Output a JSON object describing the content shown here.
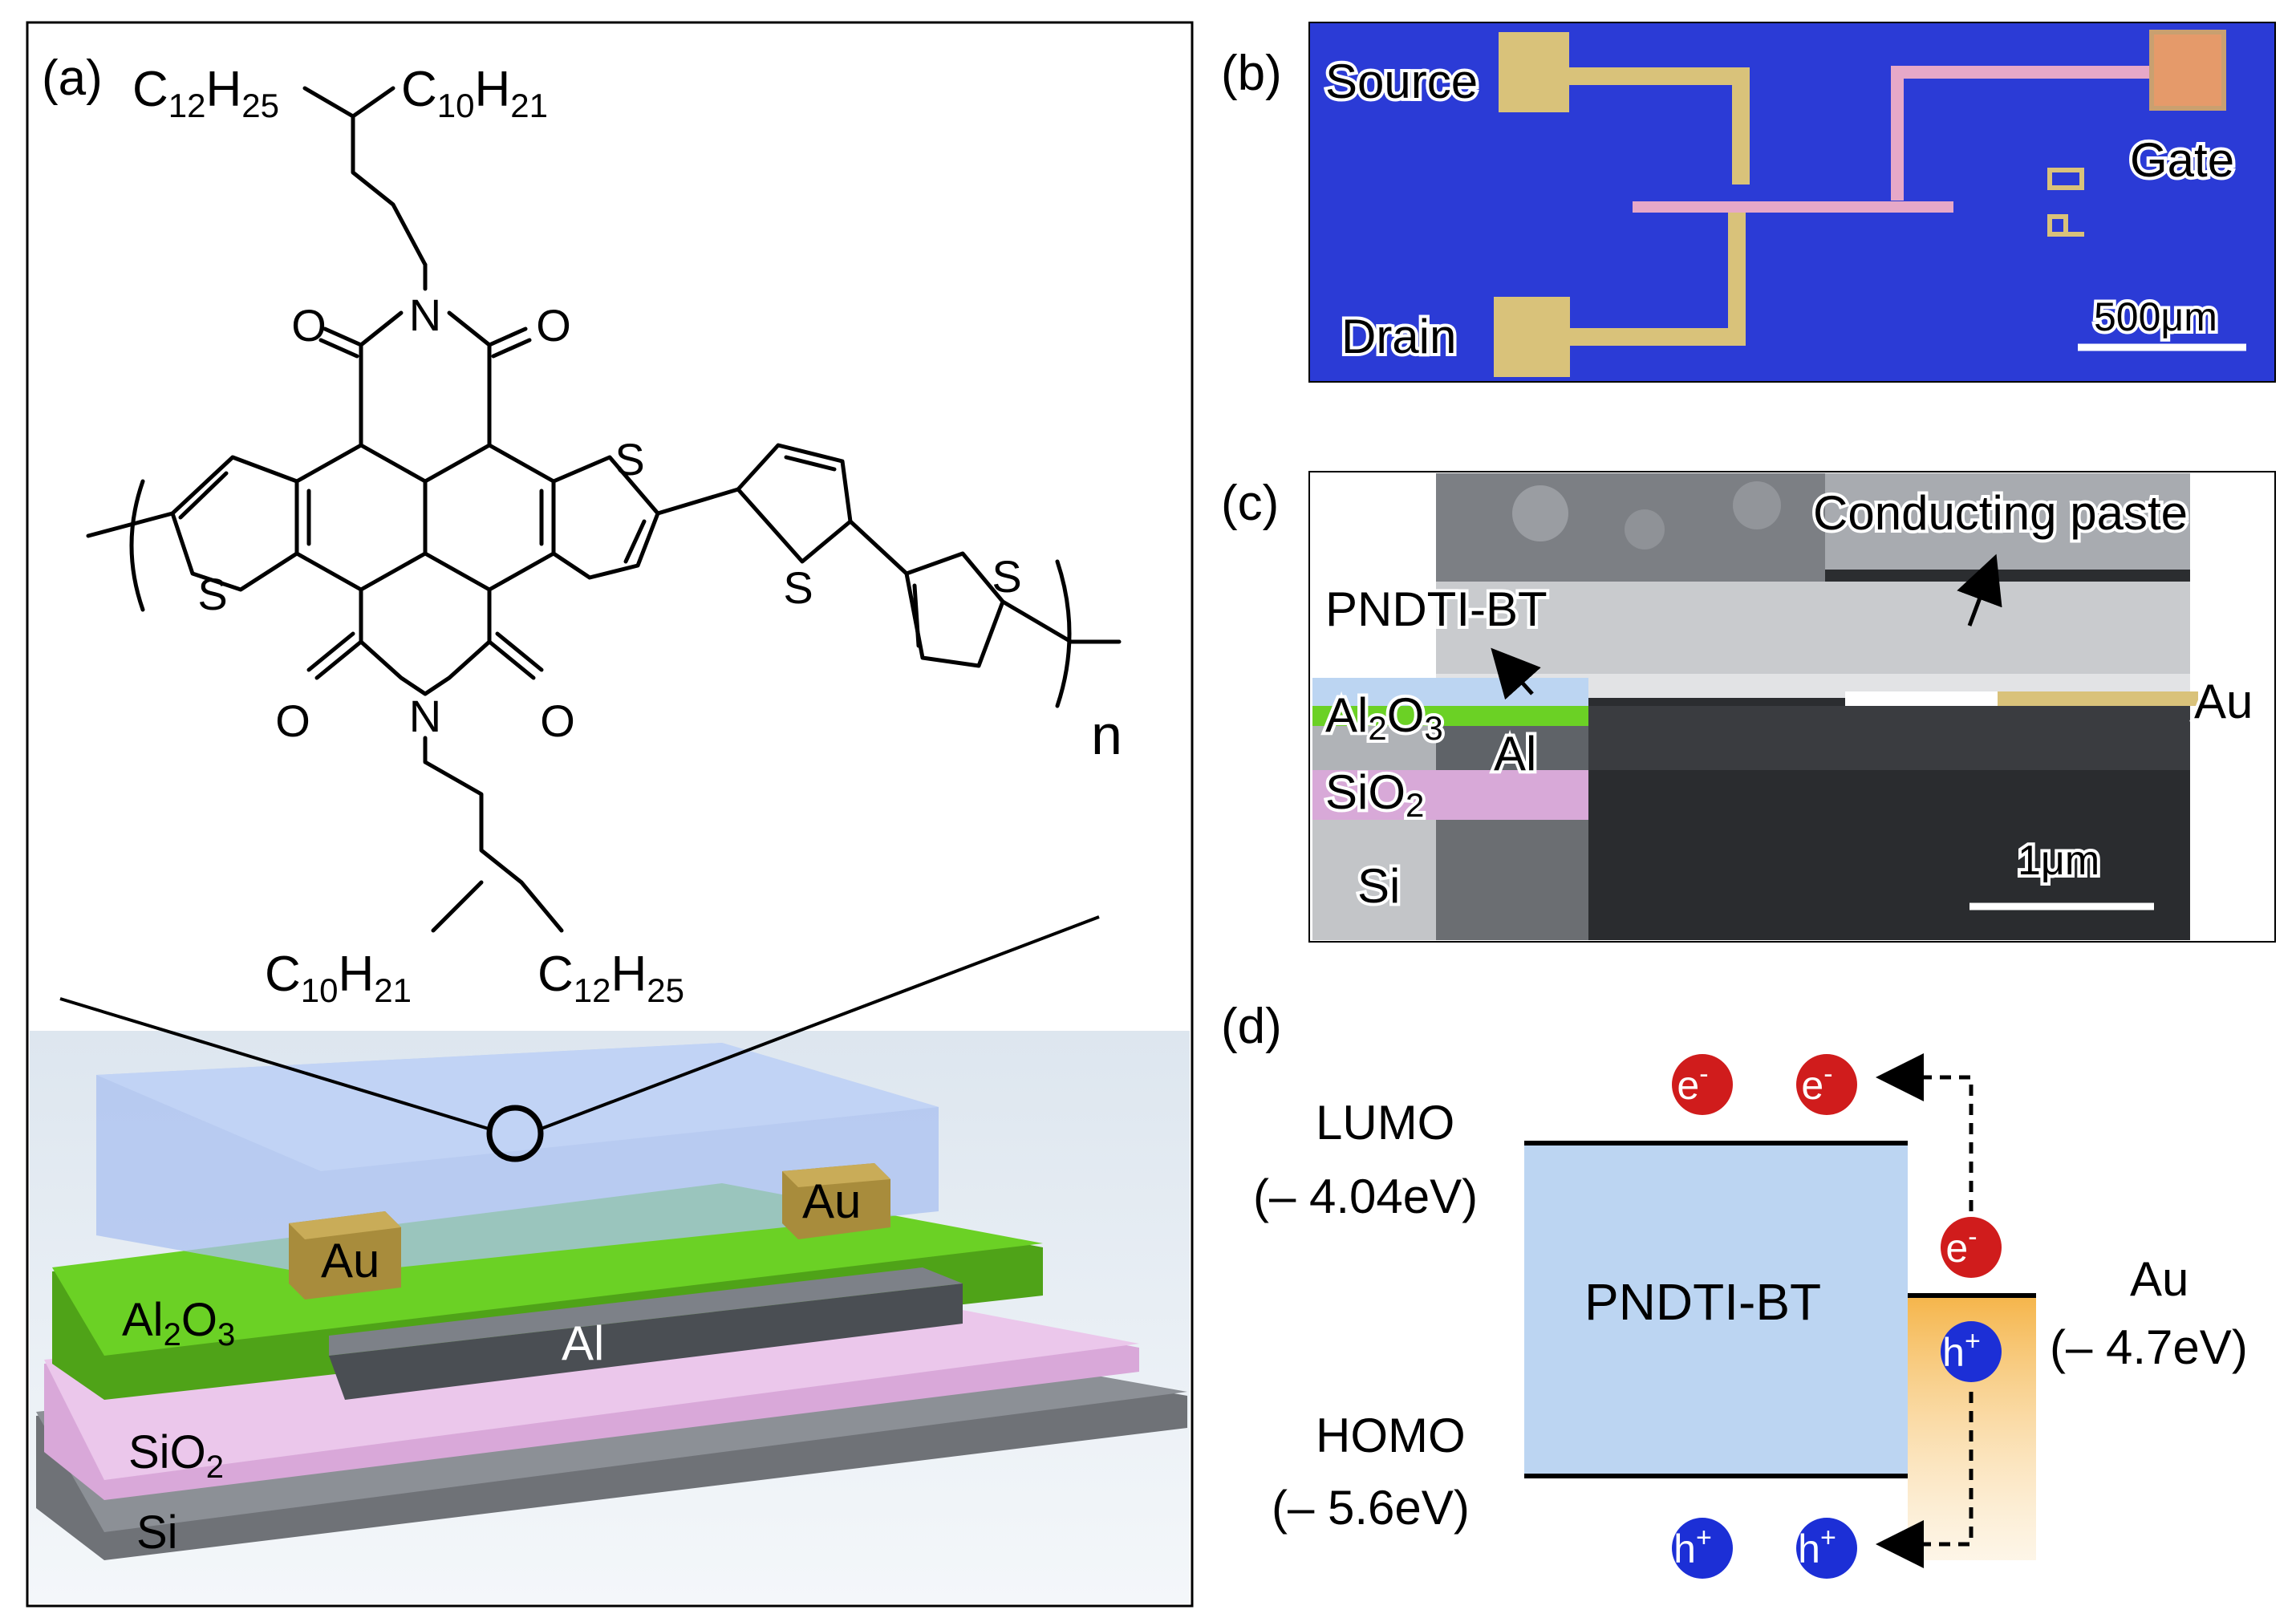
{
  "panel_a": {
    "label": "(a)",
    "chain_top": {
      "left": "C",
      "left_sub1": "12",
      "left_mid": "H",
      "left_sub2": "25",
      "right": "C",
      "right_sub1": "10",
      "right_mid": "H",
      "right_sub2": "21"
    },
    "chain_bottom": {
      "left": "C",
      "left_sub1": "10",
      "left_mid": "H",
      "left_sub2": "21",
      "right": "C",
      "right_sub1": "12",
      "right_mid": "H",
      "right_sub2": "25"
    },
    "atoms": {
      "oxygen": "O",
      "nitrogen": "N",
      "sulfur": "S"
    },
    "repeat_n": "n",
    "device": {
      "au_left": "Au",
      "au_right": "Au",
      "al2o3": "Al",
      "al2o3_sub1": "2",
      "al2o3_mid": "O",
      "al2o3_sub2": "3",
      "al": "Al",
      "sio2": "SiO",
      "sio2_sub": "2",
      "si": "Si"
    },
    "colors": {
      "semiconductor": "#a9c0f0",
      "al2o3": "#5ec21e",
      "sio2": "#e6b6e6",
      "si": "#6f7277",
      "al": "#5a5e63",
      "au": "#a88c3c"
    }
  },
  "panel_b": {
    "label": "(b)",
    "source": "Source",
    "drain": "Drain",
    "gate": "Gate",
    "scale": "500μm",
    "colors": {
      "substrate": "#2b3bd6",
      "electrode": "#d9c27a",
      "gate_line": "#e6a8c8"
    }
  },
  "panel_c": {
    "label": "(c)",
    "conducting_paste": "Conducting paste",
    "pndti": "PNDTI-BT",
    "al2o3": "Al",
    "al2o3_sub1": "2",
    "al2o3_mid": "O",
    "al2o3_sub2": "3",
    "al": "Al",
    "sio2": "SiO",
    "sio2_sub": "2",
    "si": "Si",
    "au": "Au",
    "scale": "1μm"
  },
  "panel_d": {
    "label": "(d)",
    "lumo": "LUMO",
    "lumo_value": "(– 4.04eV)",
    "homo": "HOMO",
    "homo_value": "(– 5.6eV)",
    "semiconductor": "PNDTI-BT",
    "metal": "Au",
    "metal_value": "(– 4.7eV)",
    "electron": "e",
    "electron_sup": "-",
    "hole": "h",
    "hole_sup": "+",
    "colors": {
      "box": "#bcd5f2",
      "electron": "#d01c1c",
      "hole": "#1c2fd6",
      "au_top": "#f5b54a"
    }
  }
}
